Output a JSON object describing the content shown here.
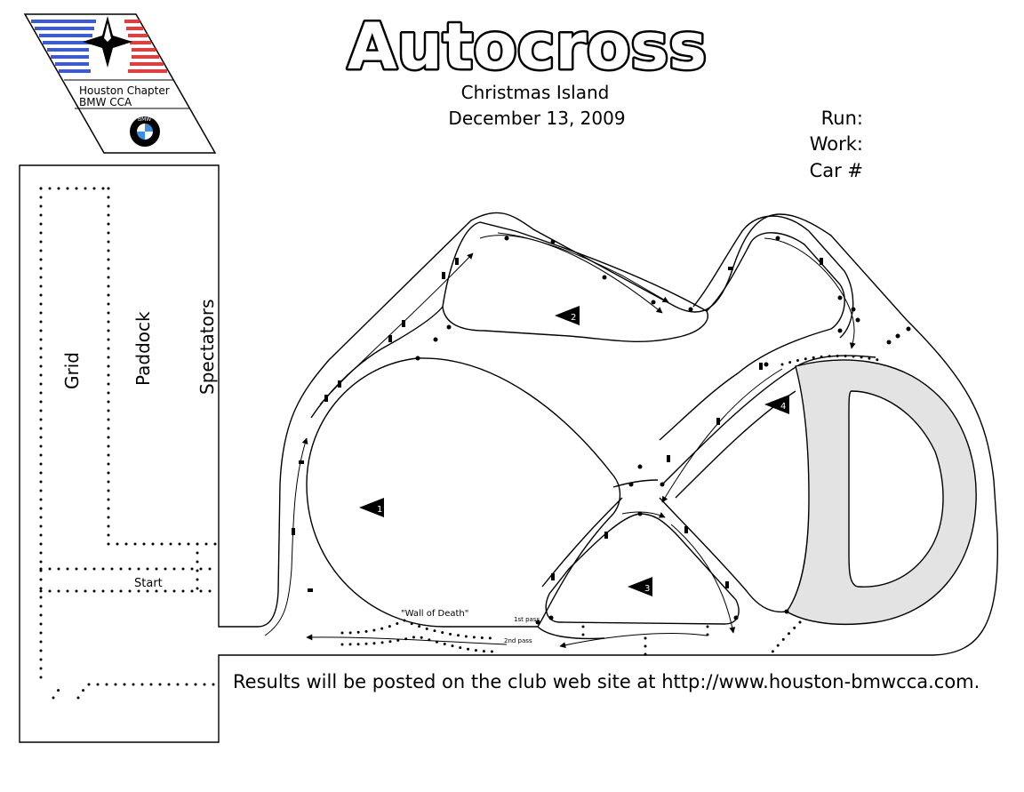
{
  "title": "Autocross",
  "event": {
    "location": "Christmas Island",
    "date": "December 13, 2009"
  },
  "logo": {
    "line1": "Houston Chapter",
    "line2": "BMW CCA",
    "badge": "BMW",
    "colors": {
      "blue": "#3b5bd6",
      "red": "#e83b3b"
    }
  },
  "form": {
    "run_label": "Run:",
    "work_label": "Work:",
    "car_label": "Car #"
  },
  "areas": {
    "grid": "Grid",
    "paddock": "Paddock",
    "spectators": "Spectators",
    "start": "Start"
  },
  "annotations": {
    "wall_of_death": "\"Wall of Death\"",
    "first_pass": "1st pass",
    "second_pass": "2nd pass"
  },
  "corner_markers": [
    "1",
    "2",
    "3",
    "4"
  ],
  "footer": "Results will be posted on the club web site at http://www.houston-bmwcca.com."
}
